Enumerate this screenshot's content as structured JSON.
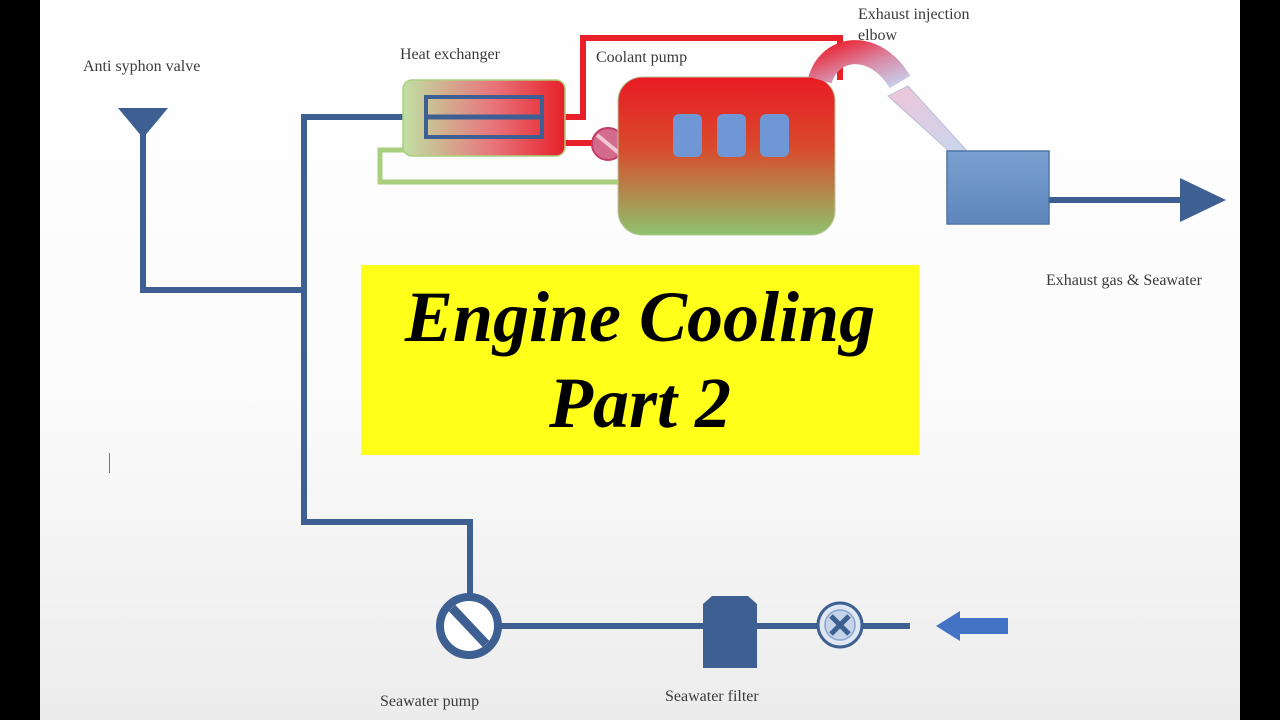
{
  "title": {
    "line1": "Engine Cooling",
    "line2": "Part 2"
  },
  "labels": {
    "anti_syphon_valve": "Anti syphon valve",
    "heat_exchanger": "Heat exchanger",
    "coolant_pump": "Coolant pump",
    "exhaust_injection_elbow_line1": "Exhaust injection",
    "exhaust_injection_elbow_line2": "elbow",
    "exhaust_outlet": "Exhaust gas & Seawater",
    "seawater_pump": "Seawater pump",
    "seawater_filter": "Seawater filter"
  },
  "colors": {
    "seawater_pipe": "#3d5f91",
    "coolant_pipe": "#e8202a",
    "return_pipe": "#a9cf7e",
    "title_background": "#ffff1a",
    "muffler": "#6f97c9",
    "engine_top": "#e81b23",
    "engine_bottom": "#8fc26d"
  }
}
